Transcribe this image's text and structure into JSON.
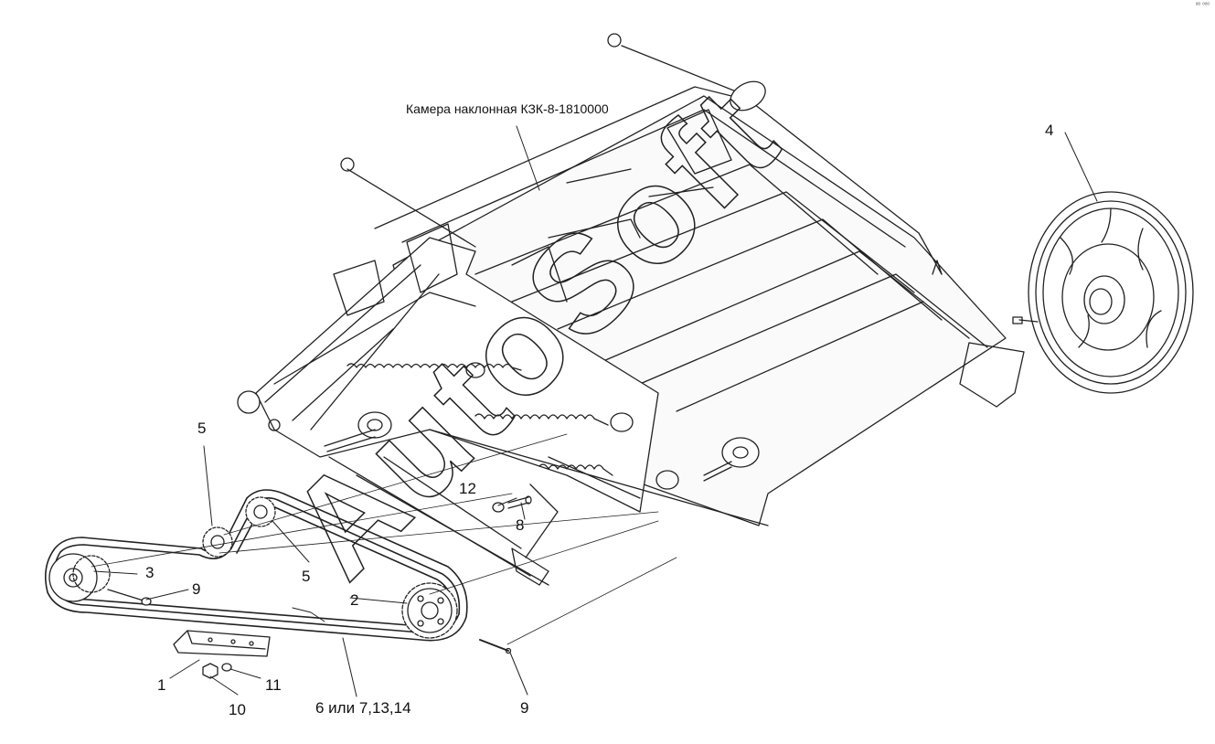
{
  "assembly_label": "Камера наклонная КЗК-8-1810000",
  "callouts": {
    "c1": "1",
    "c2": "2",
    "c3": "3",
    "c4": "4",
    "c5a": "5",
    "c5b": "5",
    "c6": "6 или 7,13,14",
    "c8": "8",
    "c9a": "9",
    "c9b": "9",
    "c10": "10",
    "c11": "11",
    "c12": "12"
  },
  "watermark": "AutoSoft",
  "corner_mark": "ᵃᵒ ᵒᵒᵒ"
}
